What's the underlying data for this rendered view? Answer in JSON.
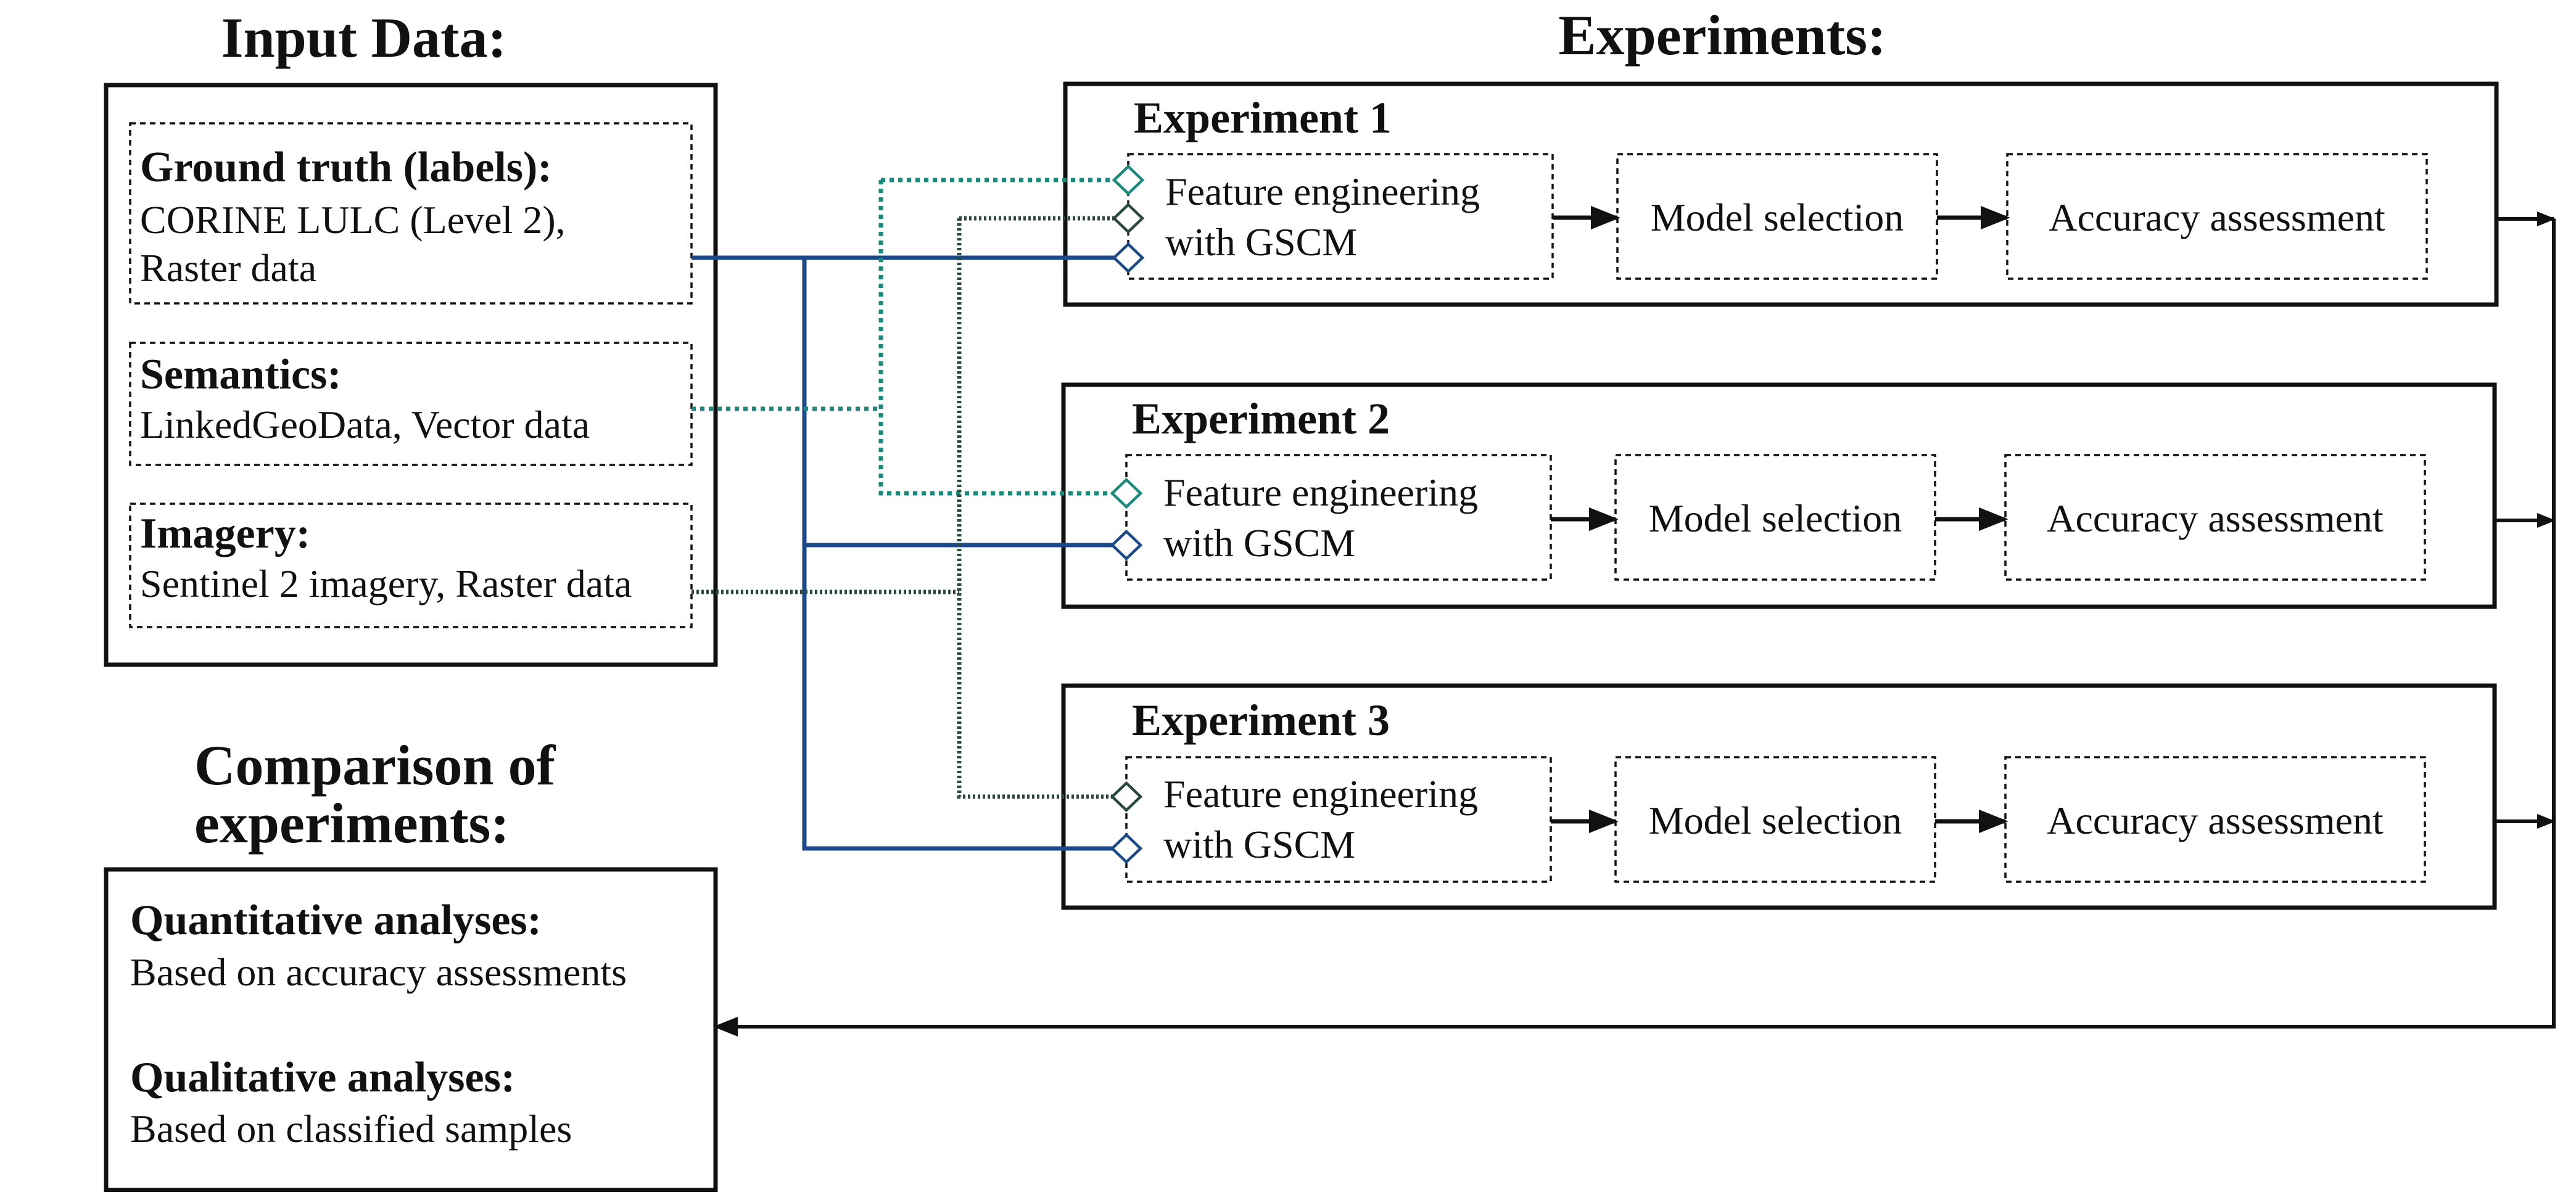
{
  "input_data": {
    "heading": "Input Data:",
    "ground_truth": {
      "title": "Ground truth (labels):",
      "line1": "CORINE LULC (Level 2),",
      "line2": "Raster data"
    },
    "semantics": {
      "title": "Semantics:",
      "line1": "LinkedGeoData, Vector data"
    },
    "imagery": {
      "title": "Imagery:",
      "line1": "Sentinel 2 imagery, Raster data"
    }
  },
  "experiments": {
    "heading": "Experiments:",
    "items": [
      {
        "title": "Experiment 1",
        "fe_line1": "Feature engineering",
        "fe_line2": "with GSCM",
        "model": "Model selection",
        "accuracy": "Accuracy assessment"
      },
      {
        "title": "Experiment 2",
        "fe_line1": "Feature engineering",
        "fe_line2": "with GSCM",
        "model": "Model selection",
        "accuracy": "Accuracy assessment"
      },
      {
        "title": "Experiment 3",
        "fe_line1": "Feature engineering",
        "fe_line2": "with GSCM",
        "model": "Model selection",
        "accuracy": "Accuracy assessment"
      }
    ]
  },
  "comparison": {
    "heading_line1": "Comparison of",
    "heading_line2": "experiments:",
    "quantitative": {
      "title": "Quantitative analyses:",
      "text": "Based on accuracy assessments"
    },
    "qualitative": {
      "title": "Qualitative analyses:",
      "text": "Based on classified samples"
    }
  },
  "colors": {
    "ground_truth_line": "#1a4a8a",
    "semantics_line": "#1a8a7a",
    "imagery_line": "#2a4a3a",
    "outline": "#111111"
  }
}
